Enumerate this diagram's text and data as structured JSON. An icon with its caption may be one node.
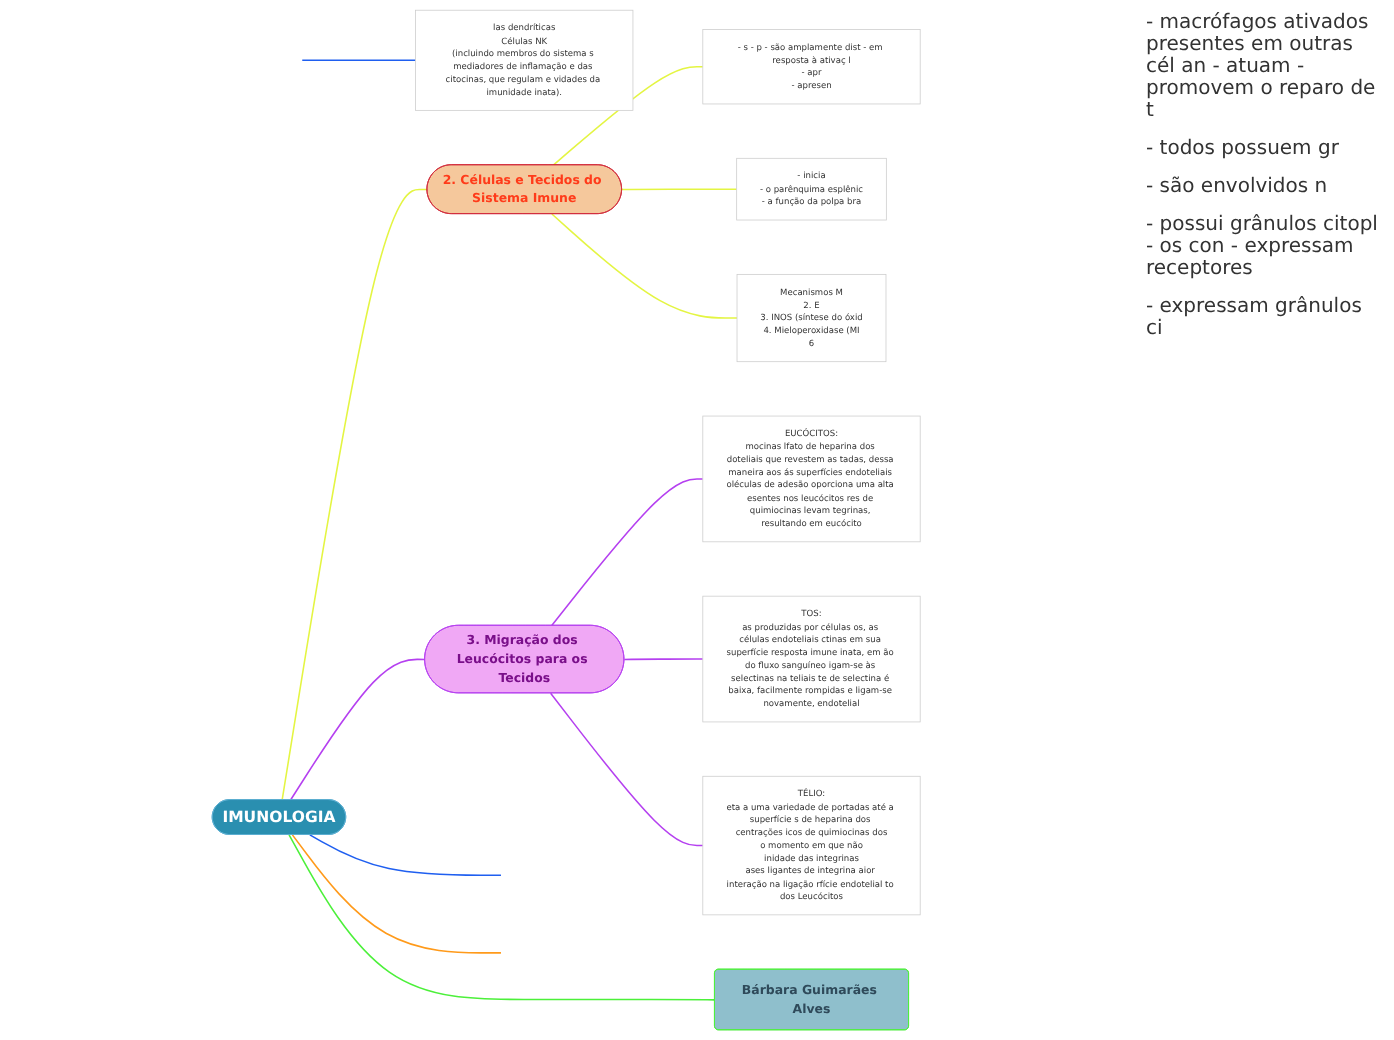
{
  "diagram": {
    "nodes": [
      {
        "text": [
          "IMUNOLOGIA"
        ]
      },
      {
        "text": [
          "las dendríticas",
          "Células NK",
          "(incluindo membros do sistema s mediadores de inflamação e das citocinas, que regulam e vidades da imunidade inata)."
        ]
      },
      {
        "text": [
          "2. Células e Tecidos do Sistema Imune"
        ]
      },
      {
        "text": [
          "- s - p - são amplamente dist - em resposta à ativaç l",
          "- apr",
          "- apresen"
        ]
      },
      {
        "text": [
          "- inicia",
          "- o parênquima esplênic",
          "- a função da polpa bra"
        ]
      },
      {
        "text": [
          "Mecanismos M",
          "2. E",
          "3. INOS (síntese do óxid",
          "4. Mieloperoxidase (MI",
          "6"
        ]
      },
      {
        "text": [
          "3. Migração dos Leucócitos para os Tecidos"
        ]
      },
      {
        "text": [
          "EUCÓCITOS:",
          "mocinas lfato de heparina dos doteliais que revestem as tadas, dessa maneira aos ás superfícies endoteliais oléculas de adesão oporciona uma alta esentes nos leucócitos res de quimiocinas levam tegrinas, resultando em eucócito"
        ]
      },
      {
        "text": [
          "TOS:",
          "as produzidas por células os, as células endoteliais ctinas em sua superfície resposta imune inata, em ão do fluxo sanguíneo igam-se às selectinas na teliais te de selectina é baixa, facilmente rompidas e ligam-se novamente, endotelial"
        ]
      },
      {
        "text": [
          "TÉLIO:",
          "eta a uma variedade de portadas até a superfície s de heparina dos centrações icos de quimiocinas dos",
          "o momento em que não",
          "inidade das integrinas",
          "ases ligantes de integrina aior interação na ligação rfície endotelial to dos Leucócitos"
        ]
      },
      {
        "text": [
          "Bárbara Guimarães Alves"
        ]
      }
    ],
    "edges": [
      {
        "from": 0,
        "to": null,
        "arrow": "none",
        "color": "#1f5ff0"
      },
      {
        "from": 0,
        "to": null,
        "arrow": "none",
        "color": "#ff9a1a"
      },
      {
        "from": null,
        "to": 1,
        "arrow": "none",
        "color": "#1f5ff0"
      },
      {
        "from": 0,
        "to": 2,
        "arrow": "none",
        "color": "#e4f542"
      },
      {
        "from": 2,
        "to": 3,
        "arrow": "none",
        "color": "#e4f542"
      },
      {
        "from": 2,
        "to": 4,
        "arrow": "none",
        "color": "#e4f542"
      },
      {
        "from": 2,
        "to": 5,
        "arrow": "none",
        "color": "#e4f542"
      },
      {
        "from": 0,
        "to": 6,
        "arrow": "none",
        "color": "#b540f0"
      },
      {
        "from": 6,
        "to": 7,
        "arrow": "none",
        "color": "#b540f0"
      },
      {
        "from": 6,
        "to": 8,
        "arrow": "none",
        "color": "#b540f0"
      },
      {
        "from": 6,
        "to": 9,
        "arrow": "none",
        "color": "#b540f0"
      },
      {
        "from": 0,
        "to": 10,
        "arrow": "none",
        "color": "#4cf03a"
      }
    ],
    "labels": [
      "- macrófagos ativados presentes em outras cél an - atuam - promovem o reparo de t",
      "- todos possuem gr",
      "- são envolvidos n",
      "- possui grânulos citopl - os con - expressam receptores",
      "- expressam grânulos ci"
    ]
  }
}
